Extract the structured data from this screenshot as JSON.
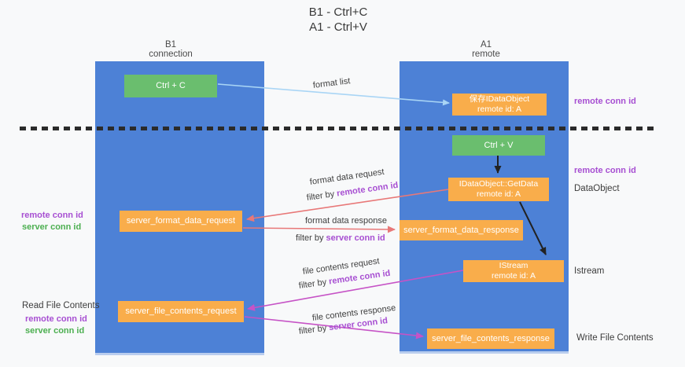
{
  "title": {
    "line1": "B1 - Ctrl+C",
    "line2": "A1 - Ctrl+V"
  },
  "colors": {
    "column_blue": "#4d81d6",
    "box_green": "#6abe6e",
    "box_orange": "#f9ad4b",
    "arrow_light_blue": "#a9d5f5",
    "arrow_salmon": "#e87878",
    "arrow_magenta": "#c653c6",
    "arrow_black": "#222222",
    "conn_purple": "#a74fd2",
    "conn_green": "#4caf50",
    "background": "#f8f9fa"
  },
  "columns": {
    "left": {
      "title": "B1",
      "subtitle": "connection"
    },
    "right": {
      "title": "A1",
      "subtitle": "remote"
    }
  },
  "nodes": {
    "ctrl_c": {
      "label": "Ctrl + C"
    },
    "save_dataobject": {
      "line1": "保存IDataObject",
      "line2": "remote id: A"
    },
    "ctrl_v": {
      "label": "Ctrl + V"
    },
    "getdata": {
      "line1": "IDataObject::GetData",
      "line2": "remote id: A"
    },
    "server_format_data_request": {
      "label": "server_format_data_request"
    },
    "server_format_data_response": {
      "label": "server_format_data_response"
    },
    "istream": {
      "line1": "IStream",
      "line2": "remote id: A"
    },
    "server_file_contents_request": {
      "label": "server_file_contents_request"
    },
    "server_file_contents_response": {
      "label": "server_file_contents_response"
    }
  },
  "edge_labels": {
    "format_list": "format list",
    "filter_prefix": "filter by",
    "format_data_request": "format data request",
    "format_data_request_conn": "remote conn id",
    "format_data_response": "format data response",
    "format_data_response_conn": "server conn id",
    "file_contents_request": "file contents request",
    "file_contents_request_conn": "remote conn id",
    "file_contents_response": "file contents response",
    "file_contents_response_conn": "server conn id"
  },
  "annotations": {
    "right_top_conn": "remote conn id",
    "right_mid_conn": "remote conn id",
    "right_dataobject": "DataObject",
    "right_istream": "Istream",
    "right_write": "Write File Contents",
    "left_format": {
      "remote": "remote conn id",
      "server": "server conn id"
    },
    "left_file": {
      "title": "Read File Contents",
      "remote": "remote conn id",
      "server": "server conn id"
    }
  }
}
